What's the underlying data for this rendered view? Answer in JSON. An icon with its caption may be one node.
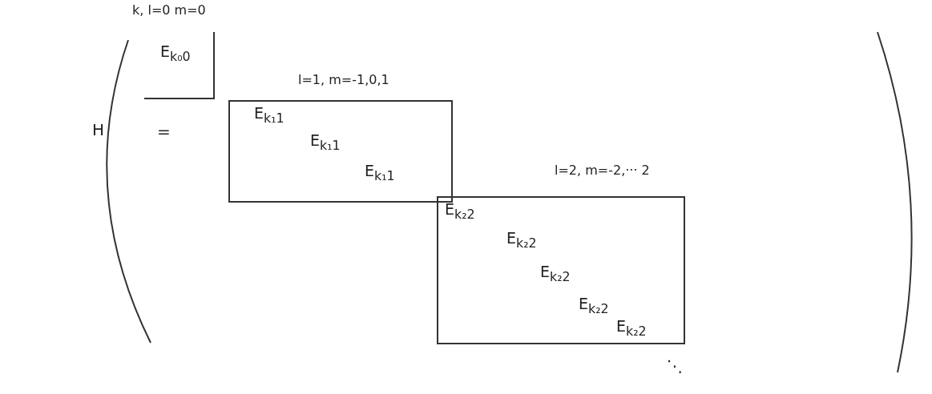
{
  "diagram": {
    "nodes": [
      {
        "text": [
          "k, l=0 m=0",
          "E$_{k₀0}$"
        ]
      },
      {
        "text": [
          "l=1, m=-1,0,1",
          "E$_{k₁1}$",
          "E$_{k₁1}$",
          "E$_{k₁1}$"
        ]
      },
      {
        "text": [
          "l=2, m=-2,··· 2",
          "E$_{k₂2}$",
          "E$_{k₂2}$",
          "E$_{k₂2}$",
          "E$_{k₂2}$",
          "E$_{k₂2}$"
        ]
      }
    ],
    "labels": [
      "H",
      "=",
      "⋱"
    ]
  }
}
